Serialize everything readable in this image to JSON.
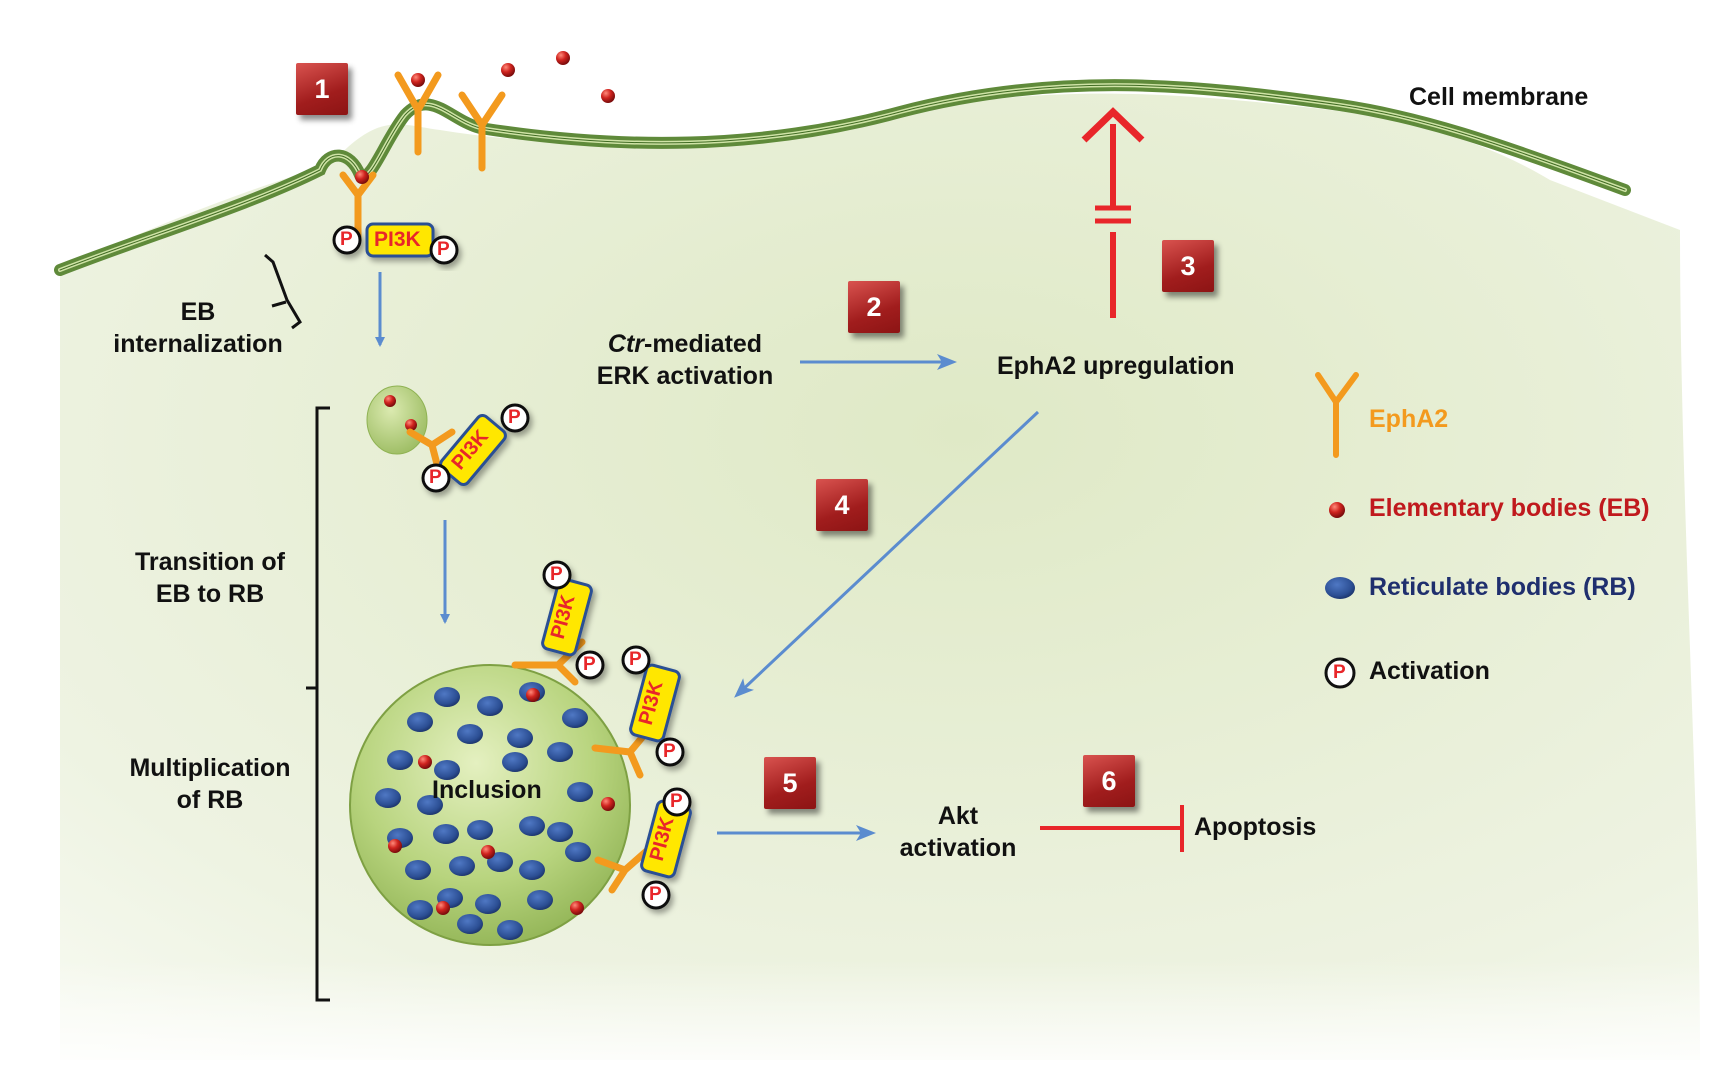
{
  "membrane_label": "Cell membrane",
  "badges": [
    "1",
    "2",
    "3",
    "4",
    "5",
    "6"
  ],
  "labels": {
    "eb_internalization": [
      "EB",
      "internalization"
    ],
    "ctr_erk_italic": "Ctr",
    "ctr_erk_rest": "-mediated",
    "ctr_erk_line2": "ERK activation",
    "epha2_upregulation": "EphA2 upregulation",
    "transition": [
      "Transition of",
      "EB to RB"
    ],
    "multiplication": [
      "Multiplication",
      "of RB"
    ],
    "inclusion": "Inclusion",
    "akt": [
      "Akt",
      "activation"
    ],
    "apoptosis": "Apoptosis",
    "pi3k": "PI3K",
    "phospho": "P"
  },
  "legend": [
    {
      "icon": "epha2-icon",
      "text": "EphA2",
      "color": "#f39a1e"
    },
    {
      "icon": "elementary-body-icon",
      "text": "Elementary bodies (EB)",
      "color": "#c0191d"
    },
    {
      "icon": "reticulate-body-icon",
      "text": "Reticulate bodies (RB)",
      "color": "#1f2f6e"
    },
    {
      "icon": "activation-icon",
      "text": "Activation",
      "color": "#111111"
    }
  ],
  "colors": {
    "cell_fill": "#e9f0d8",
    "membrane": "#5f8a3a",
    "receptor": "#f39a1e",
    "eb": "#c0191d",
    "rb": "#2f4f93",
    "arrow_blue": "#5b8ccf",
    "inhibit_red": "#e8262a"
  }
}
